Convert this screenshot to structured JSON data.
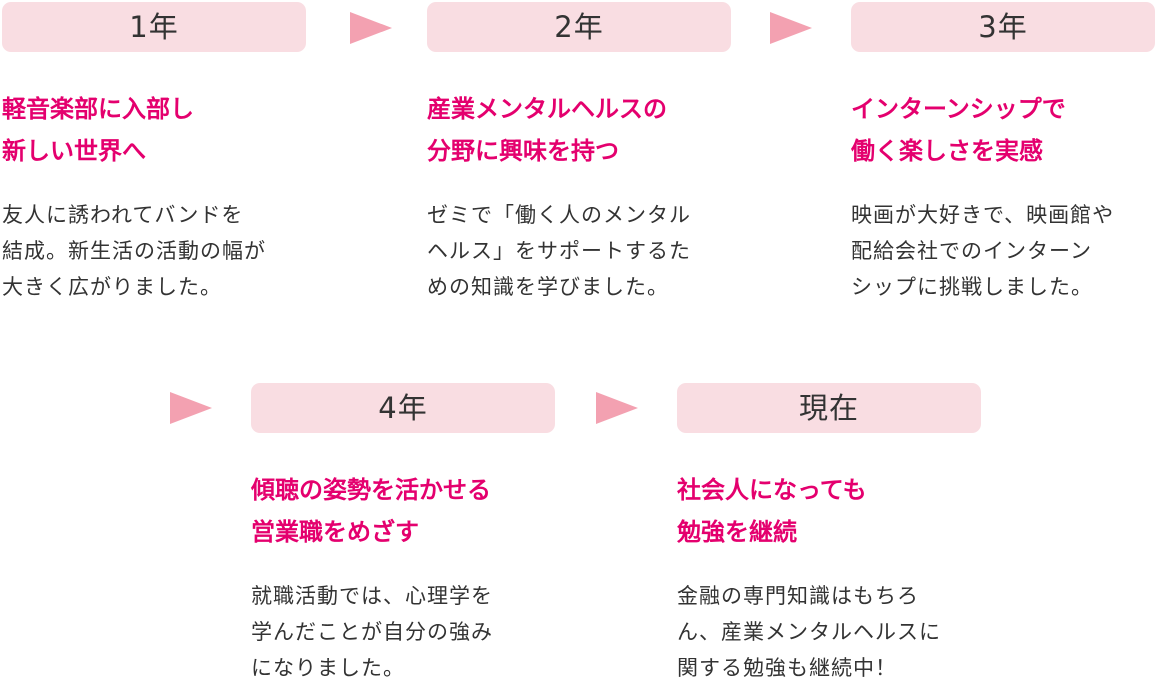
{
  "colors": {
    "pill_bg": "#f9dde2",
    "heading": "#e4006e",
    "text": "#333333",
    "arrow": "#f3a1b1"
  },
  "stages": [
    {
      "label": "1年",
      "heading": "軽音楽部に入部し\n新しい世界へ",
      "body": "友人に誘われてバンドを\n結成。新生活の活動の幅が\n大きく広がりました。"
    },
    {
      "label": "2年",
      "heading": "産業メンタルヘルスの\n分野に興味を持つ",
      "body": "ゼミで「働く人のメンタル\nヘルス」をサポートするた\nめの知識を学びました。"
    },
    {
      "label": "3年",
      "heading": "インターンシップで\n働く楽しさを実感",
      "body": "映画が大好きで、映画館や\n配給会社でのインターン\nシップに挑戦しました。"
    },
    {
      "label": "4年",
      "heading": "傾聴の姿勢を活かせる\n営業職をめざす",
      "body": "就職活動では、心理学を\n学んだことが自分の強み\nになりました。"
    },
    {
      "label": "現在",
      "heading": "社会人になっても\n勉強を継続",
      "body": "金融の専門知識はもちろ\nん、産業メンタルヘルスに\n関する勉強も継続中！"
    }
  ],
  "arrow_icon": "triangle-right-icon"
}
